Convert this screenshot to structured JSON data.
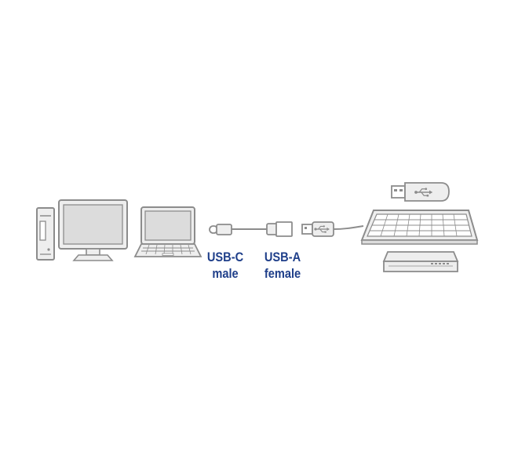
{
  "connector_labels": [
    {
      "line1": "USB-C",
      "line2": "male"
    },
    {
      "line1": "USB-A",
      "line2": "female"
    }
  ],
  "colors": {
    "outline": "#8c8c8c",
    "device_fill": "#eeeeee",
    "screen_fill": "#dcdcdc",
    "label_text": "#1f3f8a"
  },
  "icons": [
    "desktop-tower-icon",
    "monitor-icon",
    "laptop-icon",
    "usb-c-plug-icon",
    "usb-a-socket-icon",
    "usb-a-plug-icon",
    "usb-flash-drive-icon",
    "keyboard-icon",
    "hub-box-icon"
  ]
}
